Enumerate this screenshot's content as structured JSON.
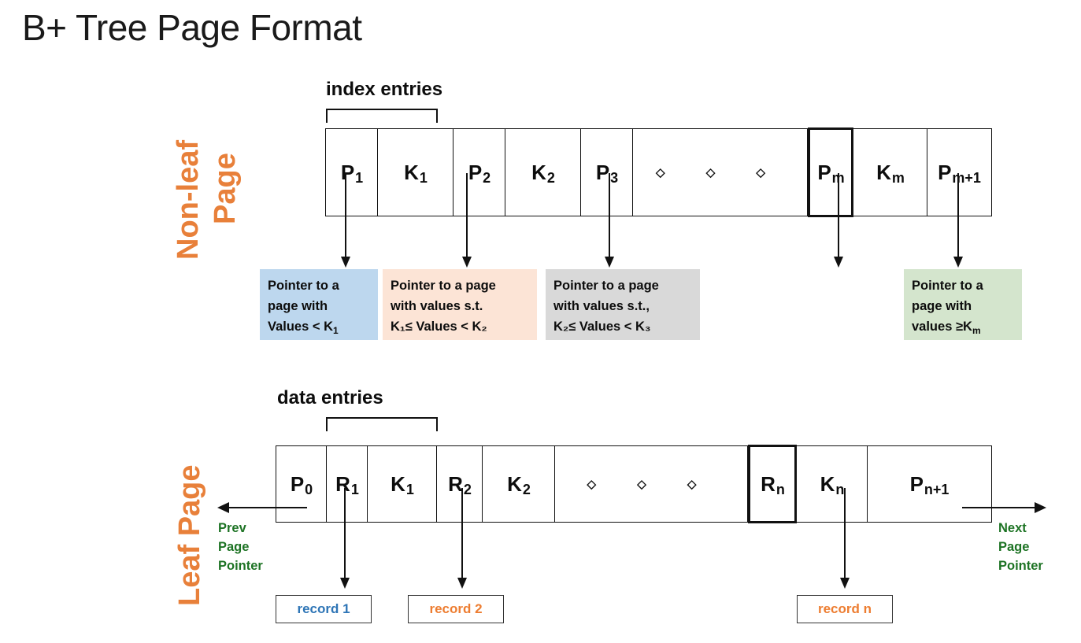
{
  "title": "B+ Tree Page Format",
  "colors": {
    "orange": "#e8803a",
    "green": "#1d7324",
    "record1_blue": "#2e75b6",
    "record_orange": "#ed7d31",
    "box_blue": "#bdd7ee",
    "box_peach": "#fce4d6",
    "box_gray": "#d9d9d9",
    "box_green": "#d4e5cd"
  },
  "nonleaf": {
    "side_label_line1": "Non-leaf",
    "side_label_line2": "Page",
    "bracket_caption": "index entries",
    "cells": [
      {
        "base": "P",
        "sub": "1"
      },
      {
        "base": "K",
        "sub": "1"
      },
      {
        "base": "P",
        "sub": "2"
      },
      {
        "base": "K",
        "sub": "2"
      },
      {
        "base": "P",
        "sub": "3"
      },
      {
        "base": "◇  ◇  ◇",
        "sub": ""
      },
      {
        "base": "P",
        "sub": "m"
      },
      {
        "base": "K",
        "sub": "m"
      },
      {
        "base": "P",
        "sub": "m+1"
      }
    ],
    "descriptions": [
      {
        "bg": "#bdd7ee",
        "lines": [
          "Pointer to a",
          "page with",
          "Values < K"
        ],
        "last_sub": "1"
      },
      {
        "bg": "#fce4d6",
        "lines": [
          "Pointer to a page",
          "with values s.t.",
          "K₁≤ Values < K₂"
        ],
        "last_sub": ""
      },
      {
        "bg": "#d9d9d9",
        "lines": [
          "Pointer to a page",
          "with values s.t.,",
          "K₂≤ Values < K₃"
        ],
        "last_sub": ""
      },
      {
        "bg": "#d4e5cd",
        "lines": [
          "Pointer to a",
          "page with",
          "values ≥K"
        ],
        "last_sub": "m"
      }
    ]
  },
  "leaf": {
    "side_label": "Leaf Page",
    "bracket_caption": "data entries",
    "cells": [
      {
        "base": "P",
        "sub": "0"
      },
      {
        "base": "R",
        "sub": "1"
      },
      {
        "base": "K",
        "sub": "1"
      },
      {
        "base": "R",
        "sub": "2"
      },
      {
        "base": "K",
        "sub": "2"
      },
      {
        "base": "◇  ◇  ◇",
        "sub": ""
      },
      {
        "base": "R",
        "sub": "n"
      },
      {
        "base": "K",
        "sub": "n"
      },
      {
        "base": "P",
        "sub": "n+1"
      }
    ],
    "prev_pointer": [
      "Prev",
      "Page",
      "Pointer"
    ],
    "next_pointer": [
      "Next",
      "Page",
      "Pointer"
    ],
    "records": [
      {
        "label": "record 1",
        "color": "#2e75b6"
      },
      {
        "label": "record 2",
        "color": "#ed7d31"
      },
      {
        "label": "record n",
        "color": "#ed7d31"
      }
    ]
  }
}
